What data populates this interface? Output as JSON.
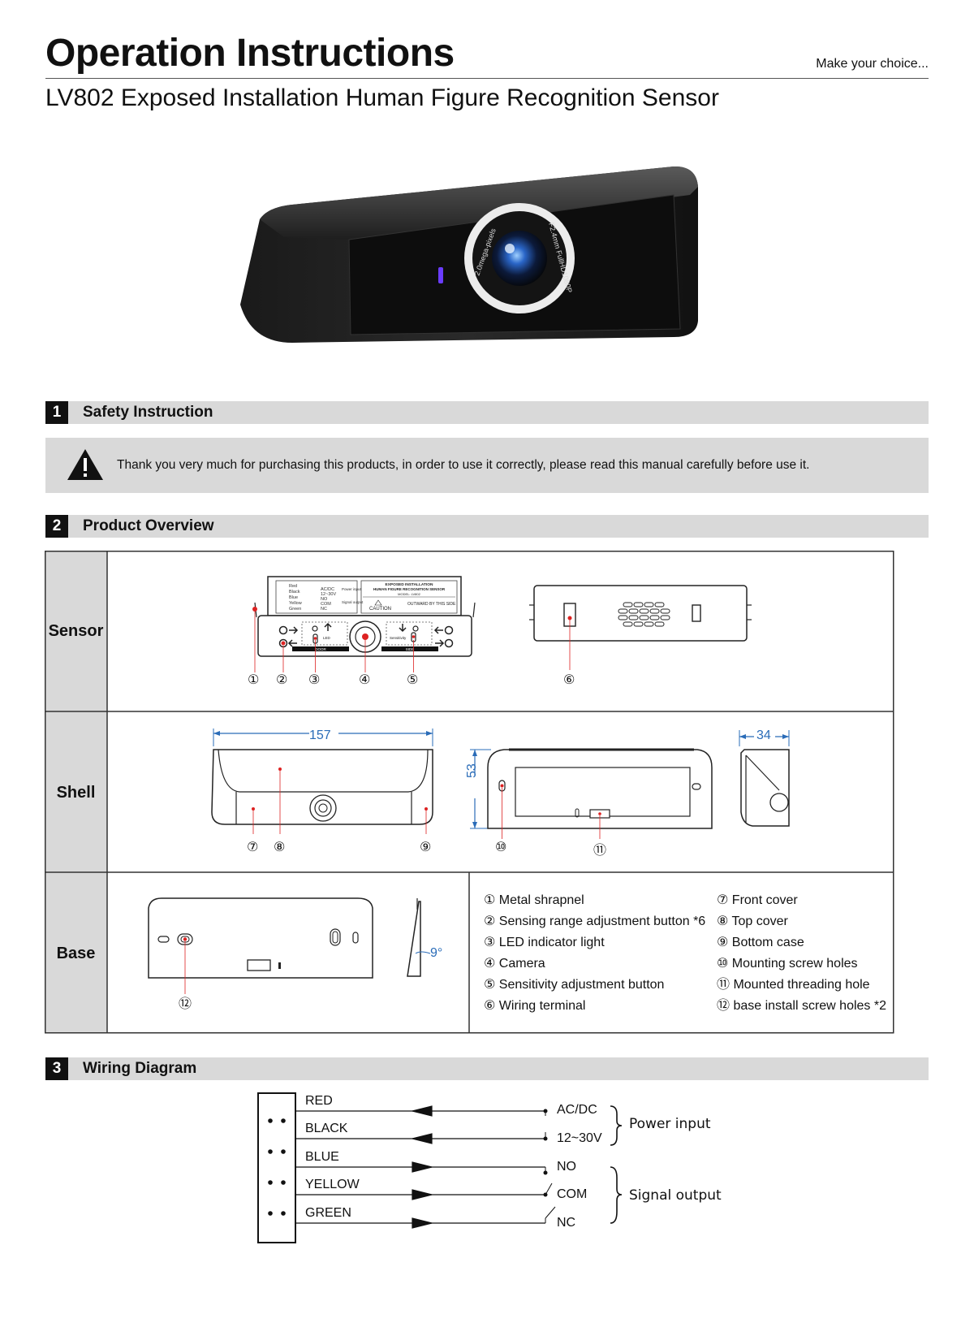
{
  "header": {
    "title": "Operation Instructions",
    "tagline": "Make  your choice...",
    "subtitle": "LV802  Exposed Installation Human Figure Recognition Sensor"
  },
  "product_photo": {
    "lens_text_left": "2.0mega-pixels",
    "lens_text_right": "F2.4mm  FullHD1080P"
  },
  "sections": [
    {
      "num": "1",
      "label": "Safety Instruction"
    },
    {
      "num": "2",
      "label": "Product Overview"
    },
    {
      "num": "3",
      "label": "Wiring Diagram"
    }
  ],
  "safety": {
    "icon": "warning-triangle-icon",
    "text": "Thank you very much for purchasing this products, in order to use it correctly, please read this manual carefully before use it."
  },
  "overview": {
    "rows": [
      {
        "label": "Sensor"
      },
      {
        "label": "Shell"
      },
      {
        "label": "Base"
      }
    ],
    "sensor_callouts": [
      "①",
      "②",
      "③",
      "④",
      "⑤",
      "⑥"
    ],
    "shell_callouts": [
      "⑦",
      "⑧",
      "⑨",
      "⑩",
      "⑪"
    ],
    "base_callouts": [
      "⑫"
    ],
    "dimensions": {
      "width": "157",
      "height": "53",
      "depth": "34",
      "angle": "9°"
    },
    "label_sticker": {
      "wires": [
        "Red",
        "Black",
        "Blue",
        "Yellow",
        "Green"
      ],
      "terms": [
        "AC/DC",
        "12~30V",
        "NO",
        "COM",
        "NC"
      ],
      "groups": [
        "Power input",
        "Signal output"
      ],
      "product": "EXPOSED INSTALLATION",
      "product2": "HUMAN FIGURE RECOGNITION SENSOR",
      "model": "MODEL: LV802",
      "caution": "CAUTION",
      "outward": "OUTWARD BY THIS SIDE"
    },
    "panel_marks": {
      "led": "LED",
      "door": "DOOR",
      "side": "SIDE",
      "sensitivity": "Sensitivity"
    },
    "legend_left": [
      "① Metal shrapnel",
      "② Sensing range adjustment button *6",
      "③ LED indicator light",
      "④ Camera",
      "⑤ Sensitivity adjustment button",
      "⑥ Wiring terminal"
    ],
    "legend_right": [
      "⑦ Front cover",
      "⑧ Top cover",
      "⑨ Bottom case",
      "⑩ Mounting screw holes",
      "⑪ Mounted threading hole",
      "⑫ base install screw holes *2"
    ]
  },
  "wiring": {
    "wires": [
      "RED",
      "BLACK",
      "BLUE",
      "YELLOW",
      "GREEN"
    ],
    "terminals": [
      "AC/DC",
      "12~30V",
      "NO",
      "COM",
      "NC"
    ],
    "groups": [
      "Power input",
      "Signal output"
    ]
  }
}
